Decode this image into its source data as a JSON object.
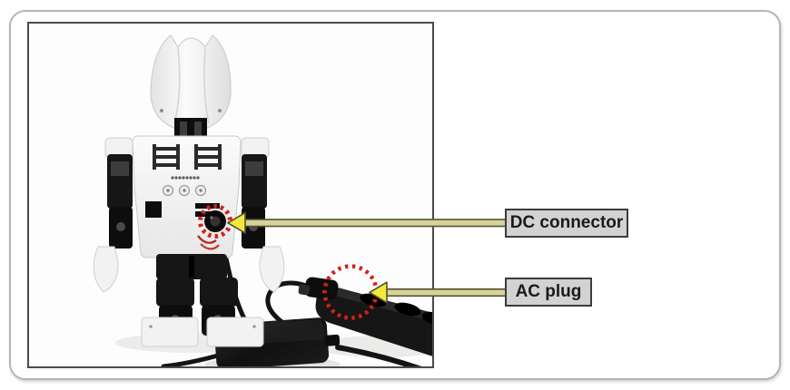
{
  "figure": {
    "callouts": [
      {
        "id": "dc-connector",
        "label": "DC connector"
      },
      {
        "id": "ac-plug",
        "label": "AC plug"
      }
    ]
  },
  "colors": {
    "arrow_head": "#f3e93c",
    "arrow_shaft": "#d8d39a",
    "arrow_outline": "#55512f",
    "highlight_red": "#d2231a",
    "label_bg": "#d2d2d2",
    "label_border": "#3b3b3b",
    "photo_border": "#4a4a4a",
    "panel_border": "#b5b5b5"
  }
}
